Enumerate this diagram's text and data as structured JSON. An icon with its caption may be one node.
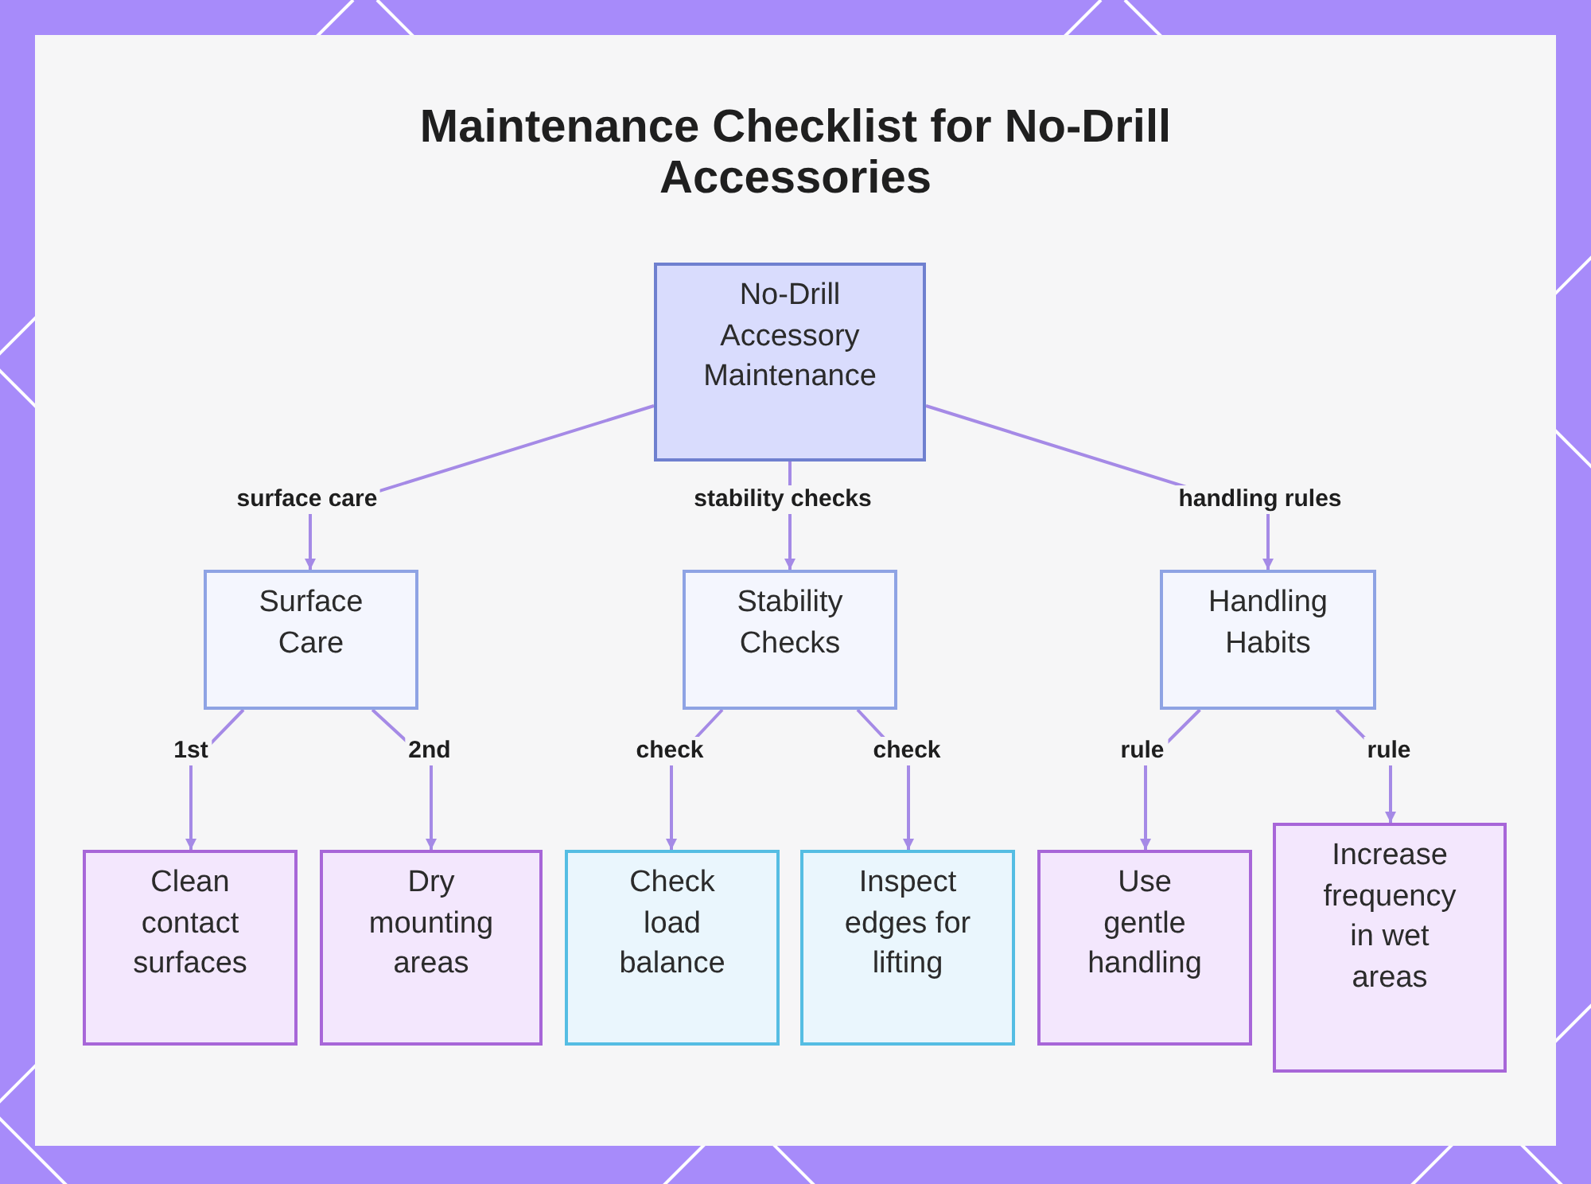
{
  "diagram": {
    "title": "Maintenance Checklist for No-Drill Accessories",
    "nodes": [
      {
        "text": [
          "No-Drill Accessory Maintenance"
        ]
      },
      {
        "text": [
          "Surface Care"
        ]
      },
      {
        "text": [
          "Stability Checks"
        ]
      },
      {
        "text": [
          "Handling Habits"
        ]
      },
      {
        "text": [
          "Clean contact surfaces"
        ]
      },
      {
        "text": [
          "Dry mounting areas"
        ]
      },
      {
        "text": [
          "Check load balance"
        ]
      },
      {
        "text": [
          "Inspect edges for lifting"
        ]
      },
      {
        "text": [
          "Use gentle handling"
        ]
      },
      {
        "text": [
          "Increase frequency in wet areas"
        ]
      }
    ],
    "edges": [
      {
        "from": 0,
        "to": 1,
        "arrow": "to",
        "label": "surface care"
      },
      {
        "from": 0,
        "to": 2,
        "arrow": "to",
        "label": "stability checks"
      },
      {
        "from": 0,
        "to": 3,
        "arrow": "to",
        "label": "handling rules"
      },
      {
        "from": 1,
        "to": 4,
        "arrow": "to",
        "label": "1st"
      },
      {
        "from": 1,
        "to": 5,
        "arrow": "to",
        "label": "2nd"
      },
      {
        "from": 2,
        "to": 6,
        "arrow": "to",
        "label": "check"
      },
      {
        "from": 2,
        "to": 7,
        "arrow": "to",
        "label": "check"
      },
      {
        "from": 3,
        "to": 8,
        "arrow": "to",
        "label": "rule"
      },
      {
        "from": 3,
        "to": 9,
        "arrow": "to",
        "label": "rule"
      }
    ]
  }
}
